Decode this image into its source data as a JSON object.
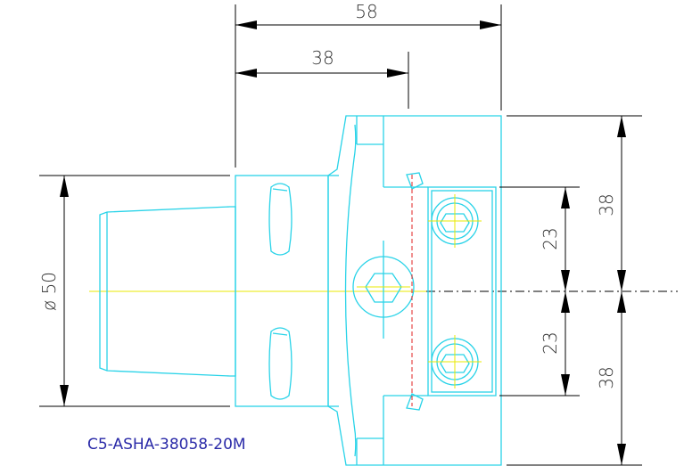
{
  "drawing": {
    "part_number": "C5-ASHA-38058-20M",
    "dimensions": {
      "overall_length": "58",
      "head_offset": "38",
      "shank_diameter": "ø 50",
      "upper_height": "38",
      "lower_height": "38",
      "upper_screw_offset": "23",
      "lower_screw_offset": "23"
    }
  },
  "colors": {
    "geometry": "#29d3e8",
    "dimension_lines": "#000000",
    "centerline": "#e8e800",
    "hidden_line": "#e02020",
    "part_label": "#2a2aa8",
    "background": "#ffffff"
  }
}
